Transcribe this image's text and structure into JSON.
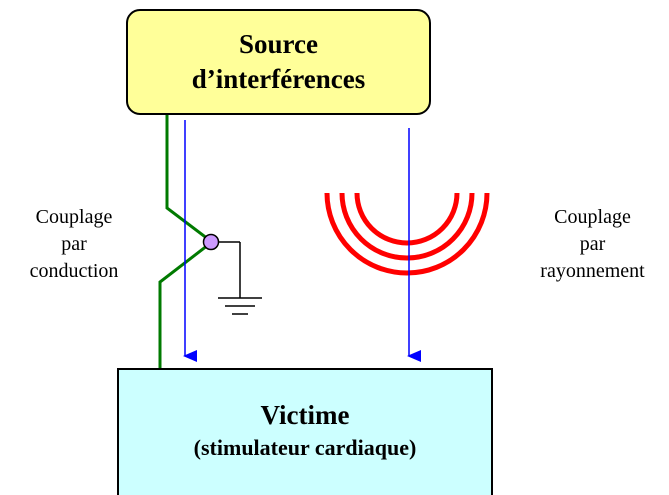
{
  "source": {
    "line1": "Source",
    "line2": "d’interférences"
  },
  "victim": {
    "title": "Victime",
    "subtitle": "(stimulateur cardiaque)"
  },
  "conduction": {
    "line1": "Couplage",
    "line2": "par",
    "line3": "conduction"
  },
  "radiation": {
    "line1": "Couplage",
    "line2": "par",
    "line3": "rayonnement"
  },
  "colors": {
    "source_fill": "#ffff99",
    "victim_fill": "#ccffff",
    "arrow": "#0000ff",
    "conductor": "#007a00",
    "waves": "#ff0000",
    "junction": "#cc99ff"
  },
  "icons": {
    "ground": "ground-symbol-icon",
    "waves": "radiation-waves-icon",
    "junction": "junction-node-icon"
  }
}
